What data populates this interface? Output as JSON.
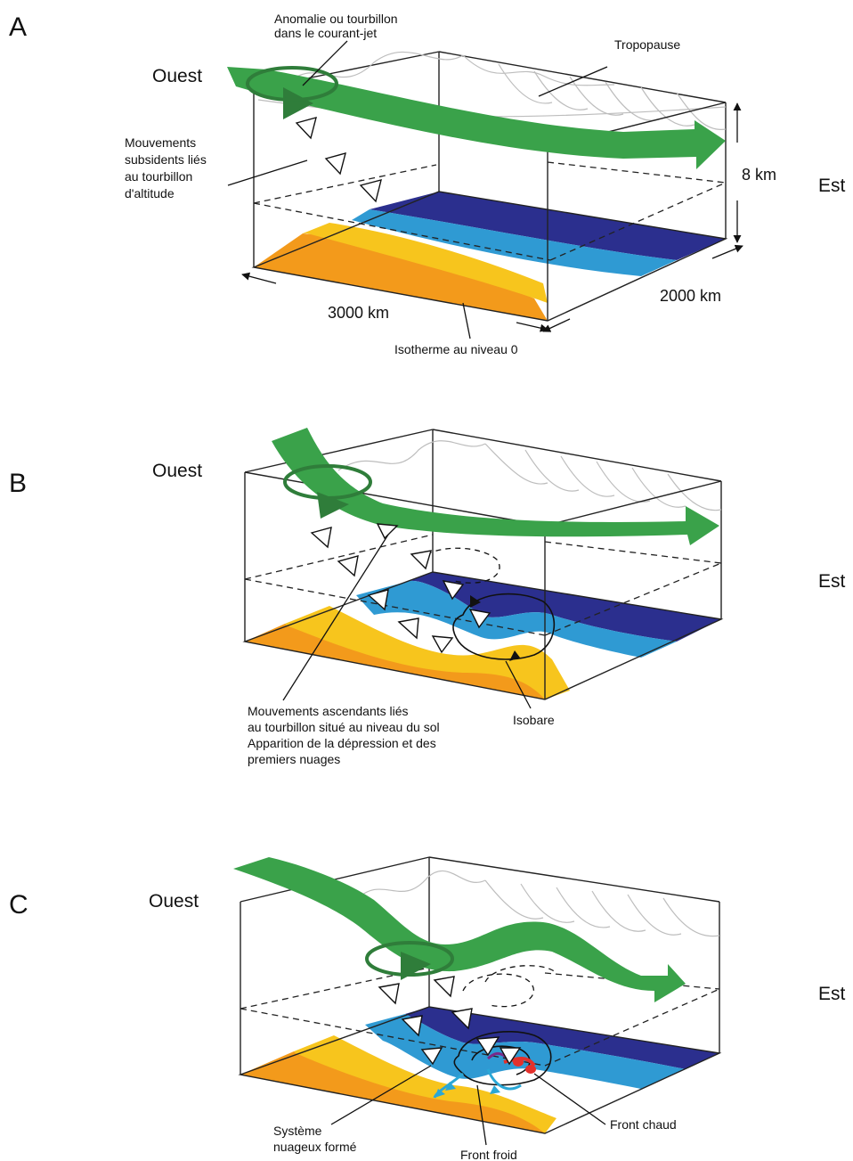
{
  "panels": {
    "a": {
      "letter": "A",
      "west": "Ouest",
      "east": "Est",
      "anomaly_line1": "Anomalie ou tourbillon",
      "anomaly_line2": "dans le courant-jet",
      "tropopause": "Tropopause",
      "subsidence_line1": "Mouvements",
      "subsidence_line2": "subsidents liés",
      "subsidence_line3": "au tourbillon",
      "subsidence_line4": "d'altitude",
      "height": "8 km",
      "length": "3000 km",
      "width": "2000 km",
      "isotherm": "Isotherme au niveau 0"
    },
    "b": {
      "letter": "B",
      "west": "Ouest",
      "east": "Est",
      "ascent_line1": "Mouvements ascendants liés",
      "ascent_line2": "au tourbillon situé au niveau du sol",
      "ascent_line3": "Apparition de la dépression et des",
      "ascent_line4": "premiers nuages",
      "isobar": "Isobare"
    },
    "c": {
      "letter": "C",
      "west": "Ouest",
      "east": "Est",
      "cloud_line1": "Système",
      "cloud_line2": "nuageux formé",
      "cold_front": "Front froid",
      "warm_front": "Front chaud"
    }
  },
  "colors": {
    "jet": "#3aa24a",
    "cold_deep": "#2b2f8e",
    "cold_mid": "#2f9ad3",
    "warm_mid": "#f7c51d",
    "warm_deep": "#f39a1b",
    "cold_front": "#2aa7d6",
    "warm_front": "#e4302b"
  }
}
